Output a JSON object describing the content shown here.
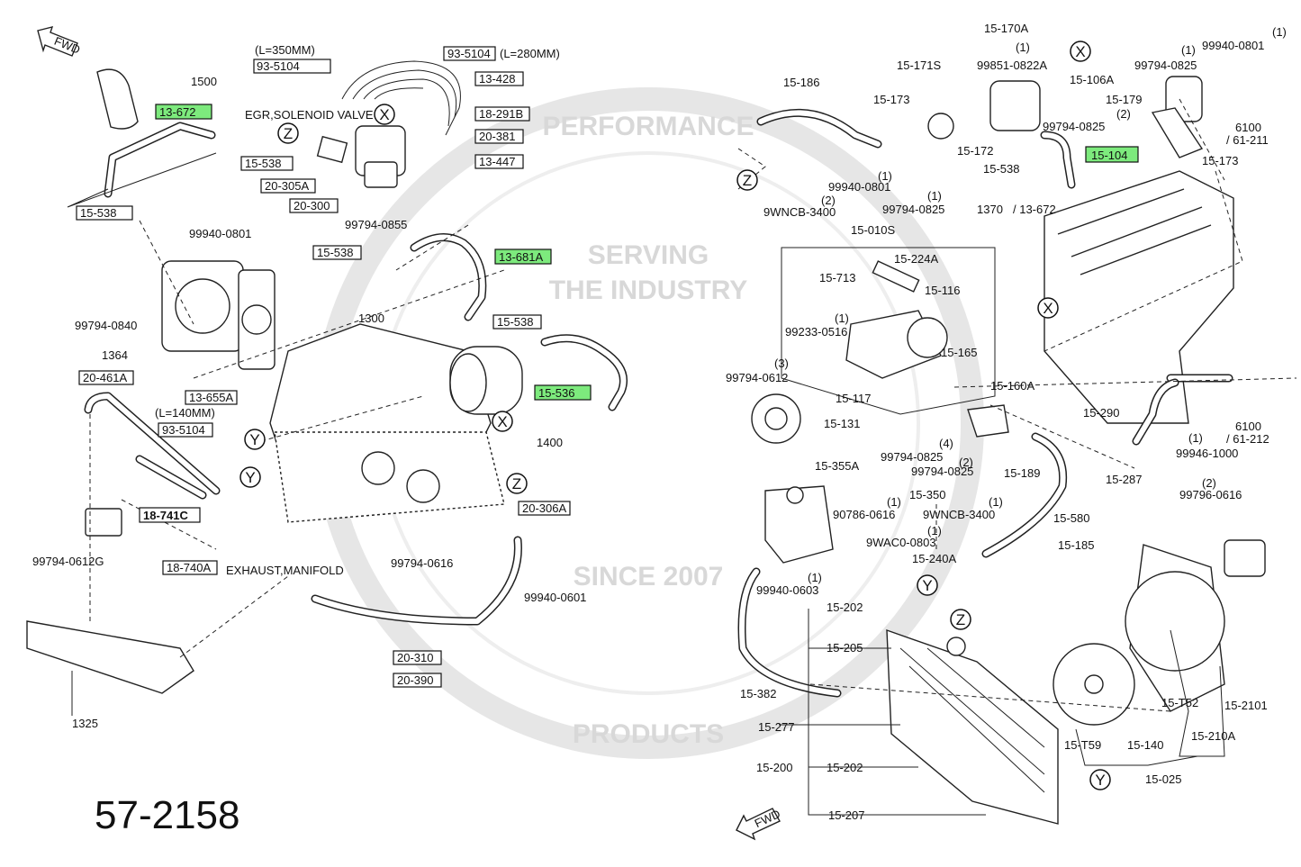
{
  "diagram_number": "57-2158",
  "fwd_label": "FWD",
  "watermark": {
    "line1": "SERVING",
    "line2": "THE INDUSTRY",
    "since": "SINCE 2007",
    "ring_top": "PERFORMANCE",
    "ring_bottom": "PRODUCTS"
  },
  "highlight_color": "#7dea7d",
  "highlighted_parts": [
    "13-672",
    "13-681A",
    "15-536",
    "15-104"
  ],
  "refs": {
    "r1500": "1500",
    "r1300": "1300",
    "r1364": "1364",
    "r1400": "1400",
    "r1325": "1325",
    "r1370": "1370",
    "r1370b": "/ 13-672",
    "r6100a": "6100",
    "r6100a2": "/ 61-211",
    "r6100b": "6100",
    "r6100b2": "/ 61-212"
  },
  "callouts": {
    "x1": "X",
    "x2": "X",
    "x3": "X",
    "x4": "X",
    "y1": "Y",
    "y2": "Y",
    "y3": "Y",
    "y4": "Y",
    "z1": "Z",
    "z2": "Z",
    "z3": "Z",
    "z4": "Z"
  },
  "labels": {
    "l350": "(L=350MM)",
    "l280": "(L=280MM)",
    "l140": "(L=140MM)",
    "egr": "EGR,SOLENOID VALVE",
    "exh": "EXHAUST,MANIFOLD",
    "p93_5104a": "93-5104",
    "p93_5104b": "93-5104",
    "p93_5104c": "93-5104",
    "p13_428": "13-428",
    "p18_291b": "18-291B",
    "p20_381": "20-381",
    "p13_447": "13-447",
    "p20_305a": "20-305A",
    "p20_300": "20-300",
    "p99794_0855": "99794-0855",
    "p15_538a": "15-538",
    "p15_538b": "15-538",
    "p15_538c": "15-538",
    "p15_538d": "15-538",
    "p15_538e": "15-538",
    "p13_672": "13-672",
    "p13_681a": "13-681A",
    "p15_536": "15-536",
    "p99940_0801a": "99940-0801",
    "p99794_0840": "99794-0840",
    "p13_655a": "13-655A",
    "p20_461a": "20-461A",
    "p18_741c": "18-741C",
    "p18_740a": "18-740A",
    "p99794_0612g": "99794-0612G",
    "p20_306a": "20-306A",
    "p99794_0616": "99794-0616",
    "p99940_0601": "99940-0601",
    "p20_310": "20-310",
    "p20_390": "20-390",
    "p15_170a": "15-170A",
    "p15_171s": "15-171S",
    "p99851_0822a": "99851-0822A",
    "p15_106a": "15-106A",
    "p99794_0825a": "99794-0825",
    "p99940_0801b": "99940-0801",
    "p15_179": "15-179",
    "p15_173a": "15-173",
    "p15_173b": "15-173",
    "p99794_0825b": "99794-0825",
    "p15_186": "15-186",
    "p15_172": "15-172",
    "p15_104": "15-104",
    "p99940_0801c": "99940-0801",
    "p9wncb_3400a": "9WNCB-3400",
    "p99794_0825c": "99794-0825",
    "p15_010s": "15-010S",
    "p15_224a": "15-224A",
    "p15_713": "15-713",
    "p15_116": "15-116",
    "p99233_0516": "99233-0516",
    "p15_165": "15-165",
    "p99794_0612": "99794-0612",
    "p15_117": "15-117",
    "p15_131": "15-131",
    "p15_160a": "15-160A",
    "p99794_0825d": "99794-0825",
    "p99794_0825e": "99794-0825",
    "p15_189": "15-189",
    "p15_290": "15-290",
    "p15_287": "15-287",
    "p99946_1000": "99946-1000",
    "p15_355a": "15-355A",
    "p15_350": "15-350",
    "p90786_0616": "90786-0616",
    "p9wncb_3400b": "9WNCB-3400",
    "p15_580": "15-580",
    "p15_185": "15-185",
    "p99796_0616": "99796-0616",
    "p9wac0_0803": "9WAC0-0803",
    "p15_240a": "15-240A",
    "p99940_0603": "99940-0603",
    "p15_202a": "15-202",
    "p15_205": "15-205",
    "p15_382": "15-382",
    "p15_277": "15-277",
    "p15_200": "15-200",
    "p15_202b": "15-202",
    "p15_207": "15-207",
    "p15_t52": "15-T52",
    "p15_2101": "15-2101",
    "p15_210a": "15-210A",
    "p15_t59": "15-T59",
    "p15_140": "15-140",
    "p15_025": "15-025",
    "q1": "(1)",
    "q2": "(2)",
    "q3": "(3)",
    "q4": "(4)"
  }
}
